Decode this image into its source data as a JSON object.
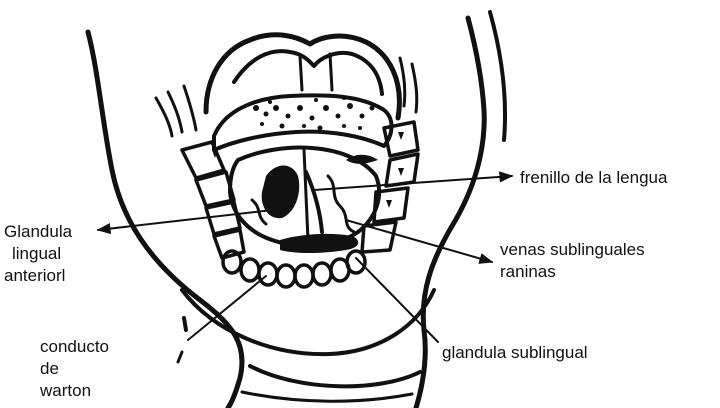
{
  "figure": {
    "ink_color": "#111111",
    "background": "#ffffff",
    "labels": {
      "frenillo": "frenillo de la lengua",
      "glandula_lingual": [
        "Glandula",
        "lingual",
        "anteriorl"
      ],
      "venas": [
        "venas sublinguales",
        "raninas"
      ],
      "glandula_sublingual": "glandula sublingual",
      "conducto": [
        "conducto",
        "de",
        "warton"
      ]
    }
  }
}
